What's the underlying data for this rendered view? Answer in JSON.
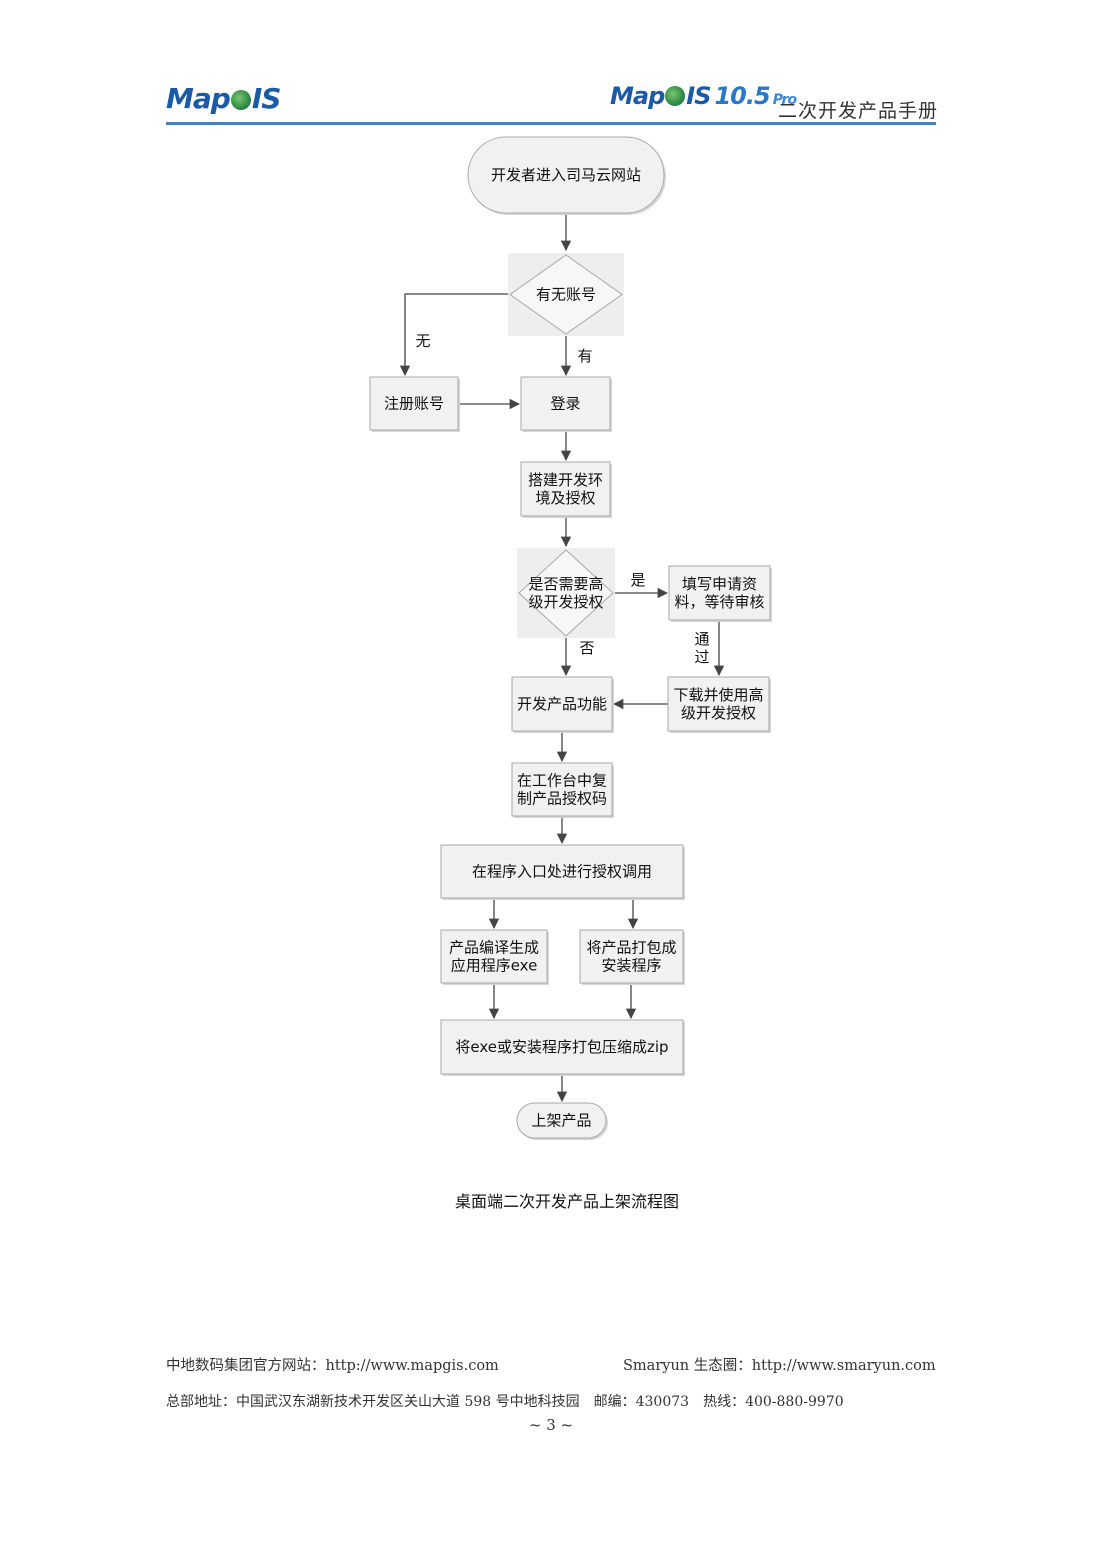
{
  "header": {
    "logo_left": {
      "pre": "Map",
      "post": "IS"
    },
    "logo_right": {
      "pre": "Map",
      "post": "IS",
      "version": "10.5",
      "edition": "Pro"
    },
    "title": "二次开发产品手册"
  },
  "flowchart": {
    "nodes": [
      {
        "id": "start",
        "shape": "terminal",
        "lines": [
          "开发者进入司马云网站"
        ]
      },
      {
        "id": "has_account",
        "shape": "decision",
        "lines": [
          "有无账号"
        ]
      },
      {
        "id": "register",
        "shape": "process",
        "lines": [
          "注册账号"
        ]
      },
      {
        "id": "login",
        "shape": "process",
        "lines": [
          "登录"
        ]
      },
      {
        "id": "setup_env",
        "shape": "process",
        "lines": [
          "搭建开发环",
          "境及授权"
        ]
      },
      {
        "id": "need_advanced",
        "shape": "decision",
        "lines": [
          "是否需要高",
          "级开发授权"
        ]
      },
      {
        "id": "fill_apply",
        "shape": "process",
        "lines": [
          "填写申请资",
          "料，等待审核"
        ]
      },
      {
        "id": "download_auth",
        "shape": "process",
        "lines": [
          "下载并使用高",
          "级开发授权"
        ]
      },
      {
        "id": "develop",
        "shape": "process",
        "lines": [
          "开发产品功能"
        ]
      },
      {
        "id": "copy_code",
        "shape": "process",
        "lines": [
          "在工作台中复",
          "制产品授权码"
        ]
      },
      {
        "id": "auth_call",
        "shape": "process",
        "lines": [
          "在程序入口处进行授权调用"
        ]
      },
      {
        "id": "compile_exe",
        "shape": "process",
        "lines": [
          "产品编译生成",
          "应用程序exe"
        ]
      },
      {
        "id": "package_installer",
        "shape": "process",
        "lines": [
          "将产品打包成",
          "安装程序"
        ]
      },
      {
        "id": "zip",
        "shape": "process",
        "lines": [
          "将exe或安装程序打包压缩成zip"
        ]
      },
      {
        "id": "publish",
        "shape": "terminal",
        "lines": [
          "上架产品"
        ]
      }
    ],
    "edges": [
      {
        "from": "start",
        "to": "has_account",
        "label": ""
      },
      {
        "from": "has_account",
        "to": "register",
        "label": "无"
      },
      {
        "from": "has_account",
        "to": "login",
        "label": "有"
      },
      {
        "from": "register",
        "to": "login",
        "label": ""
      },
      {
        "from": "login",
        "to": "setup_env",
        "label": ""
      },
      {
        "from": "setup_env",
        "to": "need_advanced",
        "label": ""
      },
      {
        "from": "need_advanced",
        "to": "fill_apply",
        "label": "是"
      },
      {
        "from": "need_advanced",
        "to": "develop",
        "label": "否"
      },
      {
        "from": "fill_apply",
        "to": "download_auth",
        "label": "通过"
      },
      {
        "from": "download_auth",
        "to": "develop",
        "label": ""
      },
      {
        "from": "develop",
        "to": "copy_code",
        "label": ""
      },
      {
        "from": "copy_code",
        "to": "auth_call",
        "label": ""
      },
      {
        "from": "auth_call",
        "to": "compile_exe",
        "label": ""
      },
      {
        "from": "auth_call",
        "to": "package_installer",
        "label": ""
      },
      {
        "from": "compile_exe",
        "to": "zip",
        "label": ""
      },
      {
        "from": "package_installer",
        "to": "zip",
        "label": ""
      },
      {
        "from": "zip",
        "to": "publish",
        "label": ""
      }
    ]
  },
  "caption": "桌面端二次开发产品上架流程图",
  "footer": {
    "site_left": "中地数码集团官方网站：http://www.mapgis.com",
    "site_right": "Smaryun 生态圈：http://www.smaryun.com",
    "address": "总部地址：中国武汉东湖新技术开发区关山大道 598 号中地科技园　邮编：430073　热线：400-880-9970",
    "page_number": "~ 3 ~"
  }
}
